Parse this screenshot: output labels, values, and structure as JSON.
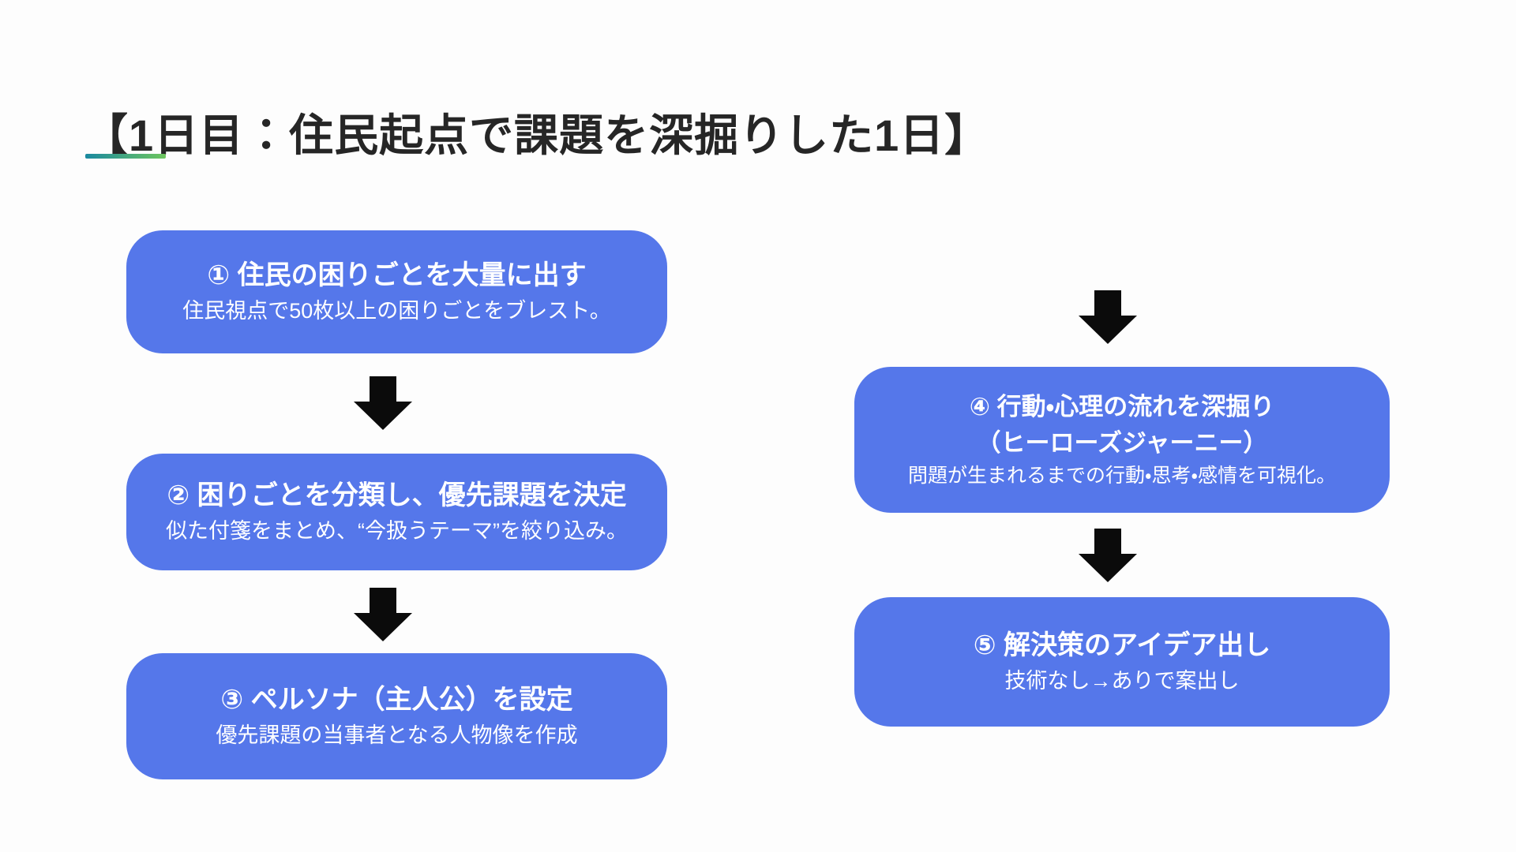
{
  "theme": {
    "page_bg": "#fdfdfd",
    "title_color": "#262626",
    "box_color": "#5577ea",
    "box_text_color": "#ffffff",
    "arrow_color": "#0b0b0b",
    "underline_start": "#1a89a0",
    "underline_end": "#6ec65e"
  },
  "title": {
    "text": "【1日目：住民起点で課題を深掘りした1日】"
  },
  "flow": {
    "steps": [
      {
        "number": "①",
        "title": "① 住民の困りごとを大量に出す",
        "subtitle": "住民視点で50枚以上の困りごとをブレスト。"
      },
      {
        "number": "②",
        "title": "② 困りごとを分類し、優先課題を決定",
        "subtitle": "似た付箋をまとめ、“今扱うテーマ”を絞り込み。"
      },
      {
        "number": "③",
        "title": "③ ペルソナ（主人公）を設定",
        "subtitle": "優先課題の当事者となる人物像を作成"
      },
      {
        "number": "④",
        "title": "④ 行動・心理の流れを深掘り",
        "title2": "（ヒーローズジャーニー）",
        "subtitle": "問題が生まれるまでの行動・思考・感情を可視化。"
      },
      {
        "number": "⑤",
        "title": "⑤ 解決策のアイデア出し",
        "subtitle": "技術なし→ありで案出し"
      }
    ]
  }
}
